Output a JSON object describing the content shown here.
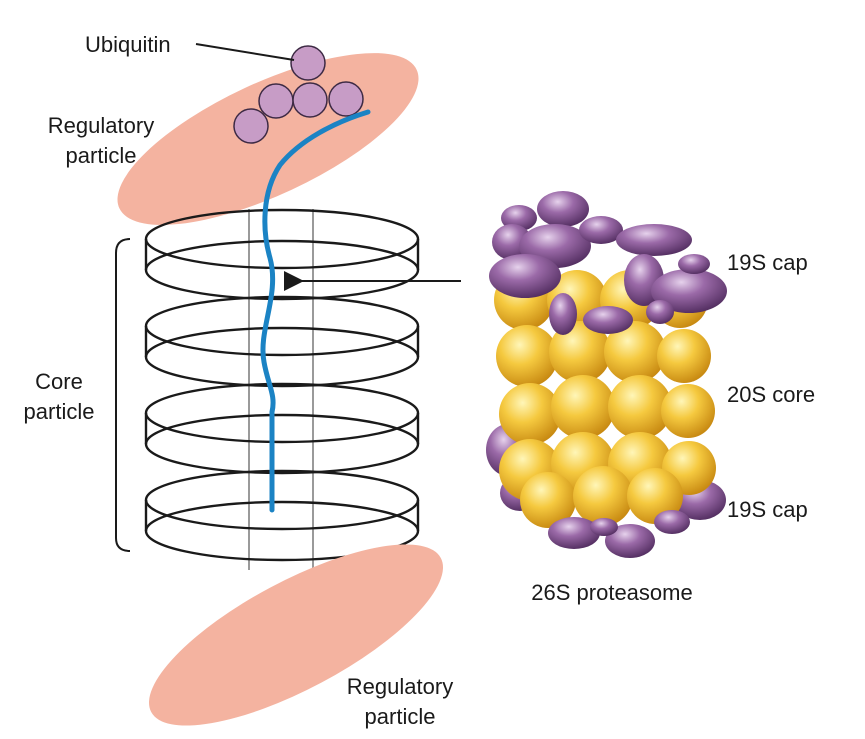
{
  "diagram": {
    "labels": {
      "ubiquitin": "Ubiquitin",
      "regulatory_top_line1": "Regulatory",
      "regulatory_top_line2": "particle",
      "core_line1": "Core",
      "core_line2": "particle",
      "regulatory_bottom_line1": "Regulatory",
      "regulatory_bottom_line2": "particle",
      "cap_top": "19S cap",
      "core_20s": "20S core",
      "cap_bottom": "19S cap",
      "proteasome": "26S proteasome"
    },
    "colors": {
      "regulatory_particle": "#f4b3a0",
      "ubiquitin": "#c79cc6",
      "polypeptide": "#1b83c4",
      "core_ring_stroke": "#1a1a1a",
      "core_guides": "#9a9a9a",
      "proteasome_core": "#f2c23d",
      "proteasome_cap": "#8b5a98"
    }
  }
}
